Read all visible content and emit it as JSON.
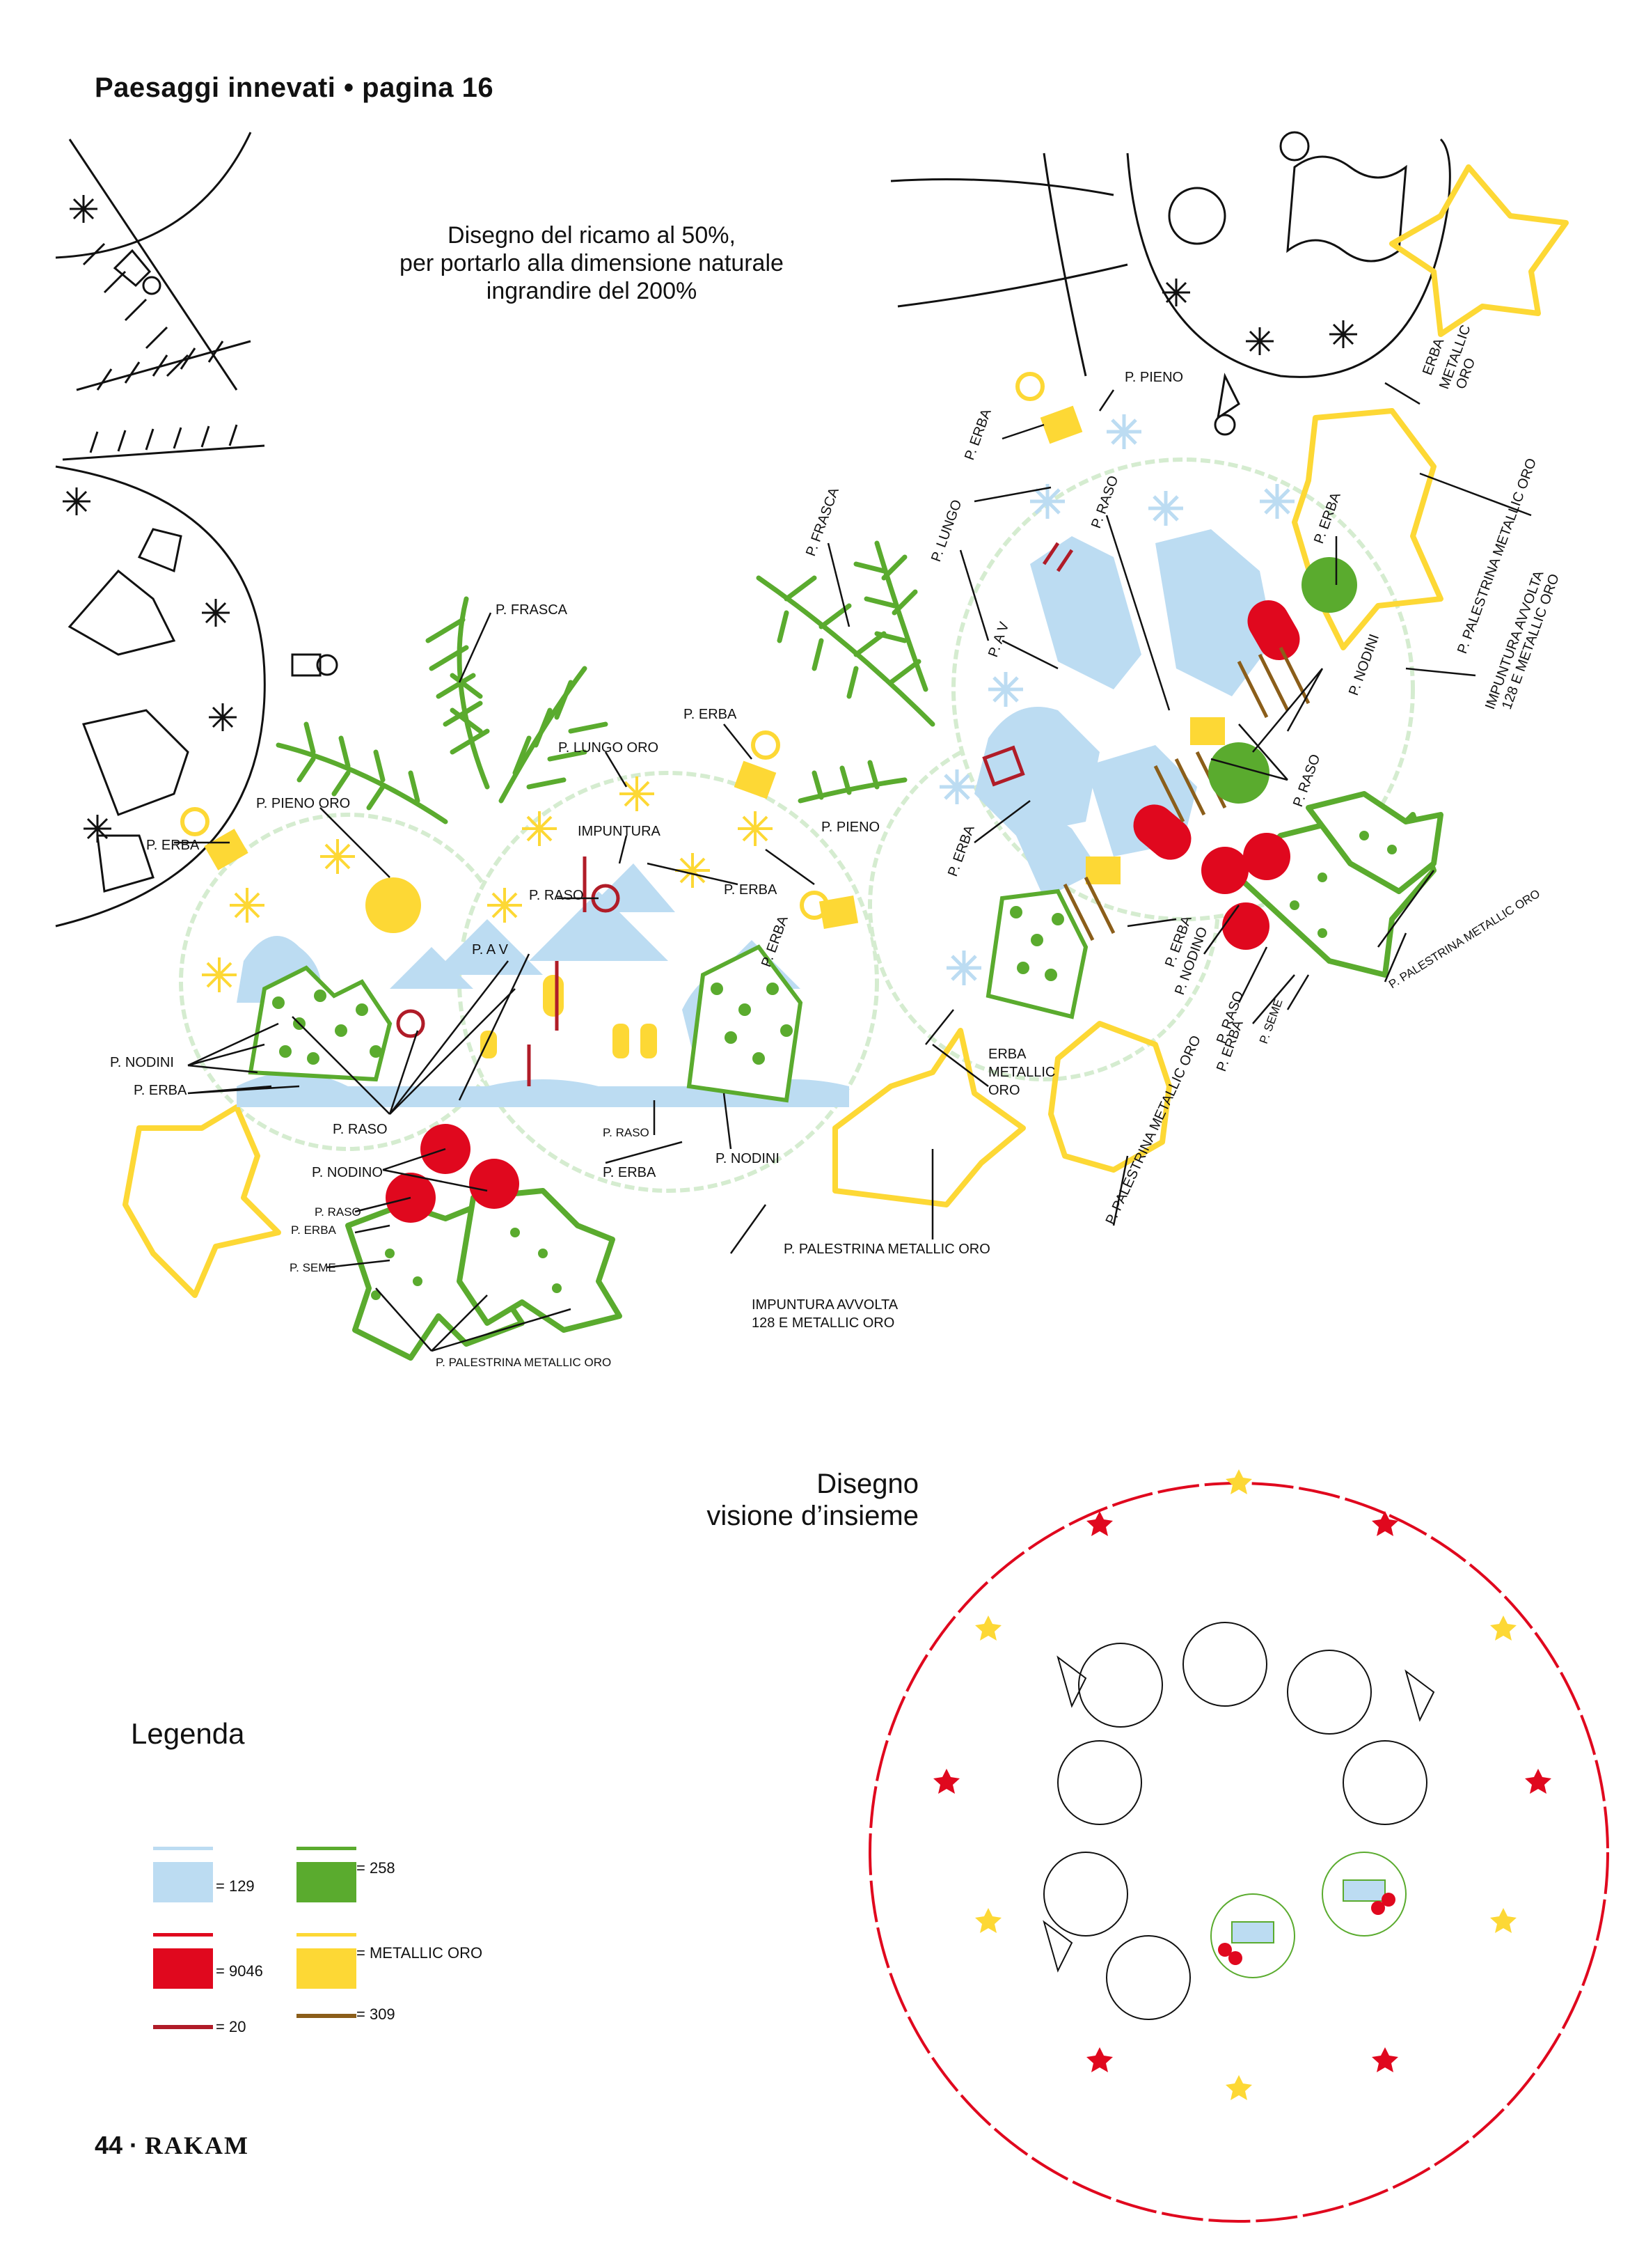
{
  "header": {
    "title": "Paesaggi innevati • pagina 16"
  },
  "scale_note": {
    "lines": [
      "Disegno del ricamo al 50%,",
      "per portarlo alla dimensione naturale",
      "ingrandire del 200%"
    ]
  },
  "overview_title": {
    "lines": [
      "Disegno",
      "visione d’insieme"
    ]
  },
  "legend": {
    "title": "Legenda",
    "items": [
      {
        "value": "= 129",
        "color": "#bcdcf2"
      },
      {
        "value": "= 9046",
        "color": "#e0081e"
      },
      {
        "value": "= 20",
        "color": "#b01c28"
      },
      {
        "value": "= 258",
        "color": "#5aab2e"
      },
      {
        "value": "= METALLIC ORO",
        "color": "#fdd835"
      },
      {
        "value": "= 309",
        "color": "#8b5e1a"
      }
    ]
  },
  "labels": {
    "p_frasca": "P. FRASCA",
    "p_lungo_oro": "P. LUNGO ORO",
    "p_erba": "P. ERBA",
    "p_pieno_oro": "P. PIENO ORO",
    "impuntura": "IMPUNTURA",
    "p_raso": "P. RASO",
    "p_pieno": "P. PIENO",
    "p_av": "P. A V",
    "p_nodini": "P. NODINI",
    "p_nodino": "P. NODINO",
    "p_seme": "P. SEME",
    "p_palestrina": "P. PALESTRINA METALLIC ORO",
    "impuntura_avvolta_1": "IMPUNTURA AVVOLTA",
    "impuntura_avvolta_2": "128 E METALLIC ORO",
    "erba_metallic_1": "ERBA",
    "erba_metallic_2": "METALLIC",
    "erba_metallic_3": "ORO",
    "p_lungo": "P. LUNGO"
  },
  "footer": {
    "page": "44 · ",
    "brand": "RAKAM"
  },
  "colors": {
    "blue": "#bcdcf2",
    "red": "#e0081e",
    "dark_red": "#b01c28",
    "green": "#5aab2e",
    "gold": "#fdd835",
    "brown": "#8b5e1a"
  }
}
